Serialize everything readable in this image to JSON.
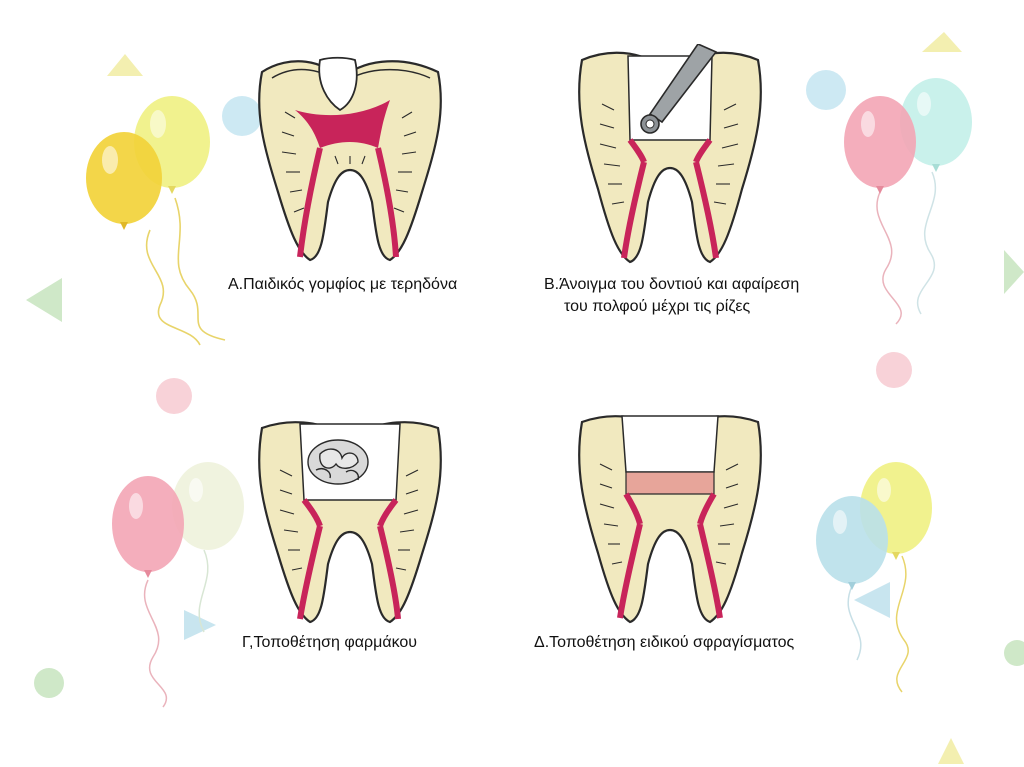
{
  "panels": {
    "a": {
      "caption": "Α.Παιδικός γομφίος με τερηδόνα"
    },
    "b": {
      "caption_line1": "Β.Άνοιγμα του δοντιού και αφαίρεση",
      "caption_line2": "του πολφού μέχρι τις ρίζες"
    },
    "c": {
      "caption": "Γ,Τοποθέτηση φαρμάκου"
    },
    "d": {
      "caption": "Δ.Τοποθέτηση ειδικού σφραγίσματος"
    }
  },
  "colors": {
    "dentin": "#f1e9bf",
    "enamel": "#e8dcae",
    "pulp": "#c8245a",
    "outline": "#2a2a2a",
    "medicine": "#d9d9d9",
    "seal": "#e7a59a",
    "balloon_yellow": "#f2d23a",
    "balloon_lightyellow": "#eef07a",
    "balloon_pink": "#f3a5b5",
    "balloon_aqua": "#bfeee8",
    "balloon_blue": "#b9e0ea"
  }
}
